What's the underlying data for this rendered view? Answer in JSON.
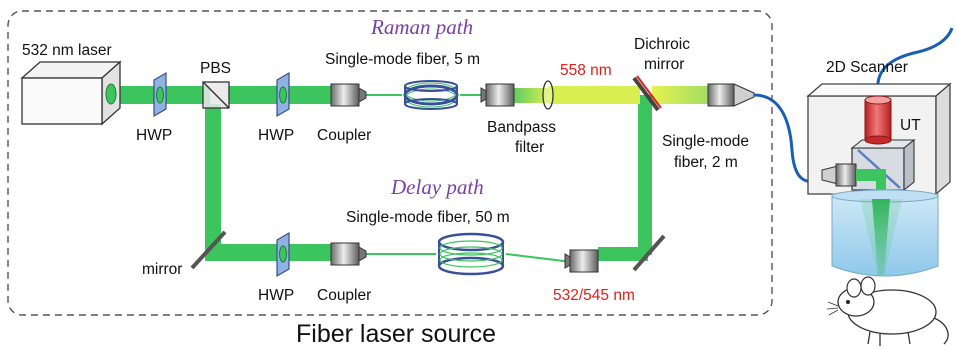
{
  "labels": {
    "laser": "532 nm laser",
    "pbs": "PBS",
    "hwp_1": "HWP",
    "hwp_2": "HWP",
    "hwp_3": "HWP",
    "coupler_top": "Coupler",
    "coupler_bottom": "Coupler",
    "raman_path": "Raman path",
    "delay_path": "Delay path",
    "fiber_5m": "Single-mode fiber, 5 m",
    "fiber_50m": "Single-mode fiber, 50 m",
    "bandpass_line1": "Bandpass",
    "bandpass_line2": "filter",
    "wl_558": "558 nm",
    "dichroic_line1": "Dichroic",
    "dichroic_line2": "mirror",
    "fiber2m_line1": "Single-mode",
    "fiber2m_line2": "fiber, 2 m",
    "mirror": "mirror",
    "wl_532_545": "532/545 nm",
    "scanner": "2D Scanner",
    "ut": "UT",
    "source_title": "Fiber laser source"
  },
  "colors": {
    "beam_green": "#3cc45f",
    "beam_yellow": "#d8ef52",
    "accent_red": "#e0201c",
    "path_title": "#7a3fa8",
    "water": "#a8d6ef",
    "transducer": "#e23b3b",
    "fiber_blue": "#1a5fb4"
  },
  "icons": [
    "laser-box-icon",
    "waveplate-icon",
    "beam-splitter-cube-icon",
    "fiber-coupler-icon",
    "fiber-coil-icon",
    "lens-icon",
    "dichroic-mirror-icon",
    "mirror-icon",
    "scanner-icon",
    "transducer-icon",
    "mouse-icon"
  ]
}
